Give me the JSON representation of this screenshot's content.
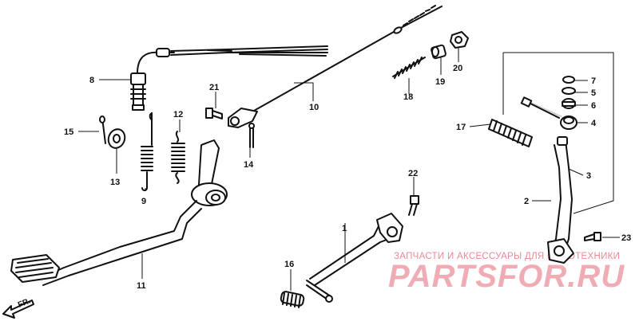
{
  "callouts": {
    "c1": "1",
    "c2": "2",
    "c3": "3",
    "c4": "4",
    "c5": "5",
    "c6": "6",
    "c7": "7",
    "c8": "8",
    "c9": "9",
    "c10": "10",
    "c11": "11",
    "c12": "12",
    "c13": "13",
    "c14": "14",
    "c15": "15",
    "c16": "16",
    "c17": "17",
    "c18": "18",
    "c19": "19",
    "c20": "20",
    "c21": "21",
    "c22": "22",
    "c23": "23"
  },
  "direction_label": "FR.",
  "watermark": {
    "subtitle": "ЗАПЧАСТИ И АКСЕССУАРЫ ДЛЯ МОТОТЕХНИКИ",
    "brand": "PARTSFOR.RU"
  },
  "colors": {
    "line": "#111111",
    "watermark": "#e04a5a"
  }
}
